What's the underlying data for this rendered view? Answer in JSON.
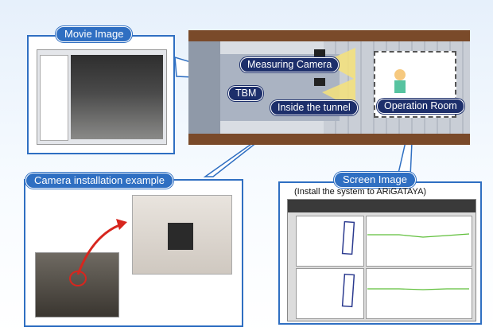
{
  "labels": {
    "movie_image": "Movie Image",
    "camera_installation": "Camera installation example",
    "screen_image": "Screen Image",
    "screen_caption": "(Install the system to ARiGATAYA)"
  },
  "tunnel_labels": {
    "measuring_camera": "Measuring Camera",
    "tbm": "TBM",
    "inside_tunnel": "Inside the tunnel",
    "operation_room": "Operation Room"
  },
  "colors": {
    "panel_blue": "#2f6fc2",
    "label_navy": "#1d2f6b",
    "tunnel_brown": "#7a4a2a",
    "highlight_red": "#d7261e",
    "plot_green": "#5fbf3a"
  }
}
